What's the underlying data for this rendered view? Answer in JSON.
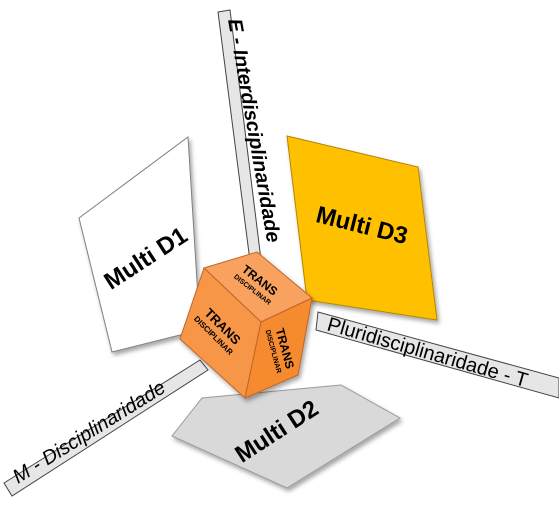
{
  "axes": {
    "vertical": "E - Interdisciplinaridade",
    "left": "M - Disciplinaridade",
    "right": "Pluridisciplinaridade - T"
  },
  "panels": {
    "d1": "Multi D1",
    "d2": "Multi D2",
    "d3": "Multi D3"
  },
  "cube": {
    "top": [
      "TRANS",
      "DISCIPLINAR"
    ],
    "left": [
      "TRANS",
      "DISCIPLINAR"
    ],
    "right": [
      "TRANS",
      "DISCIPLINAR"
    ]
  },
  "colors": {
    "d3_fill": "#FFC000",
    "d2_fill": "#D9D9D9",
    "d1_fill": "#FFFFFF",
    "cube_front": "#F79646",
    "cube_side": "#F58A2E",
    "cube_top": "#F9A25E"
  }
}
